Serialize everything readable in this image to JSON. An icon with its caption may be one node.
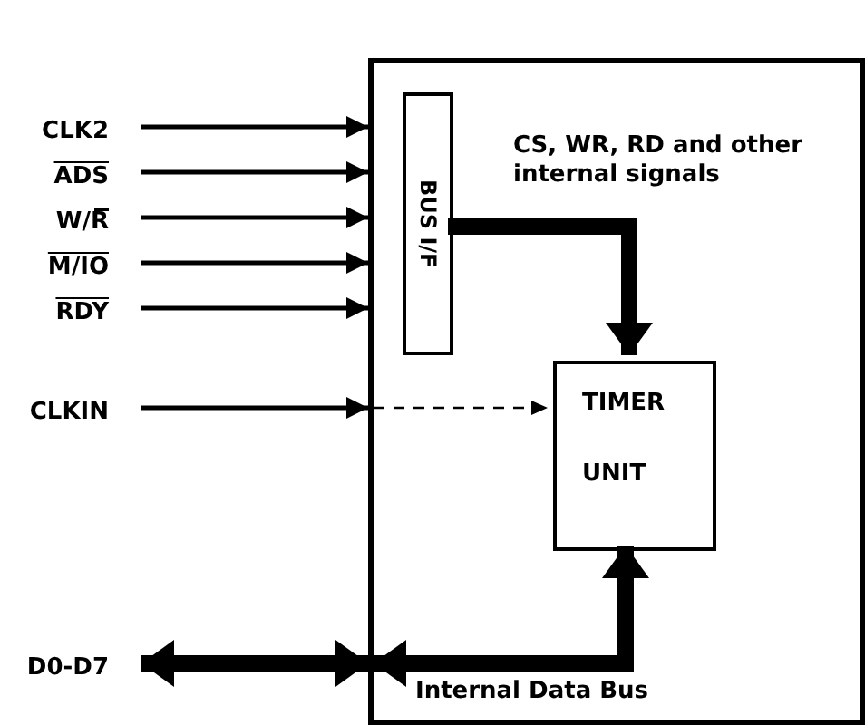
{
  "diagram": {
    "nodes": [
      {
        "text": [],
        "shape": "box"
      },
      {
        "text": [
          "BUS I/F"
        ],
        "in": 0
      },
      {
        "text": [
          "TIMER",
          "UNIT"
        ],
        "in": 0
      },
      {
        "text": [
          "CLK2"
        ]
      },
      {
        "text": [
          "ADS"
        ]
      },
      {
        "text": [
          "W/R"
        ]
      },
      {
        "text": [
          "M/IO"
        ]
      },
      {
        "text": [
          "RDY"
        ]
      },
      {
        "text": [
          "CLKIN"
        ]
      },
      {
        "text": [
          "D0-D7"
        ]
      }
    ],
    "edges": [
      {
        "from": 3,
        "to": 0,
        "arrow": "to"
      },
      {
        "from": 4,
        "to": 0,
        "arrow": "to"
      },
      {
        "from": 5,
        "to": 0,
        "arrow": "to"
      },
      {
        "from": 6,
        "to": 0,
        "arrow": "to"
      },
      {
        "from": 7,
        "to": 0,
        "arrow": "to"
      },
      {
        "from": 8,
        "to": 0,
        "arrow": "to"
      },
      {
        "from": 0,
        "to": 2,
        "arrow": "to",
        "style": "dashed"
      },
      {
        "from": 1,
        "to": 2,
        "arrow": "to",
        "style": "thick",
        "label": "CS, WR, RD and other internal signals"
      },
      {
        "from": 9,
        "to": 0,
        "arrow": "both",
        "style": "thick"
      },
      {
        "from": 0,
        "to": 2,
        "arrow": "both",
        "style": "thick",
        "label": "Internal Data Bus"
      }
    ]
  }
}
